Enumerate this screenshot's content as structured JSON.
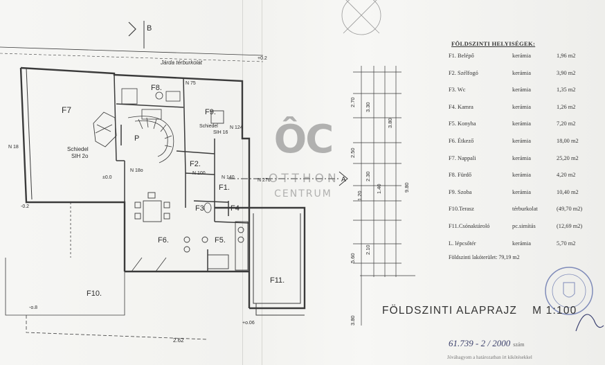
{
  "plan": {
    "north_mark": "B",
    "section_mark": "A",
    "street_label": "Járda térburkolat",
    "rooms": {
      "F1": "F1.",
      "F2": "F2.",
      "F3": "F3",
      "F4": "F4",
      "F5": "F5.",
      "F6": "F6.",
      "F7": "F7",
      "F8": "F8.",
      "F9": "F9.",
      "F10": "F10.",
      "F11": "F11.",
      "P": "P"
    },
    "chimney_left": "Schiedel",
    "chimney_left_size": "SIH 2o",
    "chimney_right": "Schiedel",
    "chimney_right_size": "SIH 16",
    "levels": [
      "+0.2",
      "±0.0",
      "-0.2",
      "N 18",
      "N 18o",
      "N 75",
      "N 100",
      "N 140",
      "N 124",
      "N 27o",
      "-o.8",
      "+o.06",
      "2.62"
    ]
  },
  "legend": {
    "title": "FÖLDSZINTI HELYISÉGEK:",
    "rows": [
      {
        "code": "F1.  Belépő",
        "material": "kerámia",
        "area": "1,96 m2"
      },
      {
        "code": "F2.  Szélfogó",
        "material": "kerámia",
        "area": "3,90 m2"
      },
      {
        "code": "F3.  Wc",
        "material": "kerámia",
        "area": "1,35 m2"
      },
      {
        "code": "F4.  Kamra",
        "material": "kerámia",
        "area": "1,26 m2"
      },
      {
        "code": "F5.  Konyha",
        "material": "kerámia",
        "area": "7,20 m2"
      },
      {
        "code": "F6.  Étkező",
        "material": "kerámia",
        "area": "18,00 m2"
      },
      {
        "code": "F7.  Nappali",
        "material": "kerámia",
        "area": "25,20 m2"
      },
      {
        "code": "F8.  Fürdő",
        "material": "kerámia",
        "area": "4,20 m2"
      },
      {
        "code": "F9.  Szoba",
        "material": "kerámia",
        "area": "10,40 m2"
      },
      {
        "code": "F10.Terasz",
        "material": "térburkolat",
        "area": "(49,70 m2)"
      },
      {
        "code": "F11.Csónaktároló",
        "material": "pc.simítás",
        "area": "(12,69 m2)"
      },
      {
        "code": "L.  lépcsőtér",
        "material": "kerámia",
        "area": "5,70 m2"
      }
    ],
    "total_label": "Földszinti lakóterület: 79,19 m2"
  },
  "title": {
    "name": "FÖLDSZINTI ALAPRAJZ",
    "scale": "M 1:100"
  },
  "document_number": "61.739 - 2",
  "document_year": "/ 2000",
  "document_szam": "szám",
  "note": "Jóváhagyom a határozatban írt kikötésekkel",
  "watermark": {
    "logo": "ÔC",
    "line1": "OTTHON",
    "line2": "CENTRUM"
  },
  "dimension_labels": [
    "2.70",
    "3.30",
    "3.80",
    "2.50",
    "2.30",
    "1.40",
    "9.80",
    "1.20",
    "2.10",
    "5.60",
    "3.80"
  ]
}
